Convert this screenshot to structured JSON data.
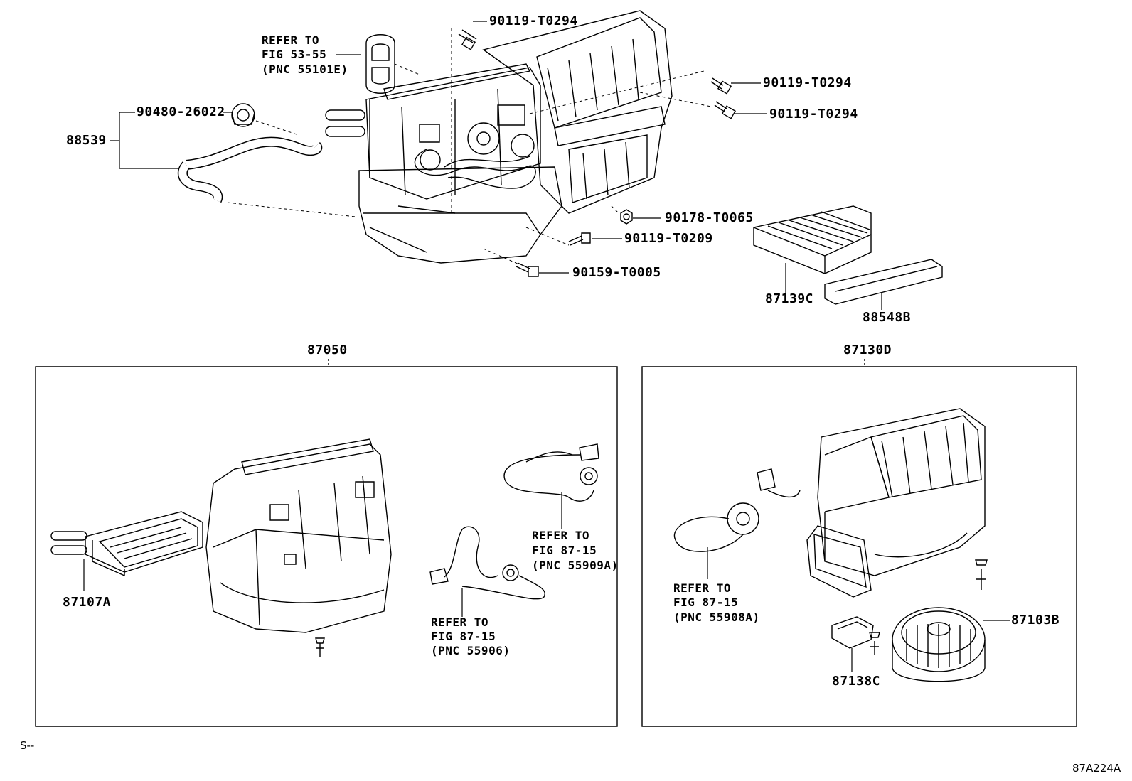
{
  "diagram": {
    "figure_code": "87A224A",
    "corner_mark": "S--",
    "parts": {
      "bolt_top": "90119-T0294",
      "bolt_right_1": "90119-T0294",
      "bolt_right_2": "90119-T0294",
      "grommet": "90480-26022",
      "hose": "88539",
      "nut": "90178-T0065",
      "bolt_mid": "90119-T0209",
      "bolt_low": "90159-T0005",
      "filter": "87139C",
      "filter_cover": "88548B",
      "heater_unit_assy": "87050",
      "blower_unit_assy": "87130D",
      "heater_core": "87107A",
      "blower_motor": "87103B",
      "resistor": "87138C"
    },
    "refer_notes": {
      "top": [
        "REFER TO",
        "FIG 53-55",
        "(PNC 55101E)"
      ],
      "mid_right": [
        "REFER TO",
        "FIG 87-15",
        "(PNC 55909A)"
      ],
      "mid_left": [
        "REFER TO",
        "FIG 87-15",
        "(PNC 55906)"
      ],
      "right": [
        "REFER TO",
        "FIG 87-15",
        "(PNC 55908A)"
      ]
    }
  }
}
